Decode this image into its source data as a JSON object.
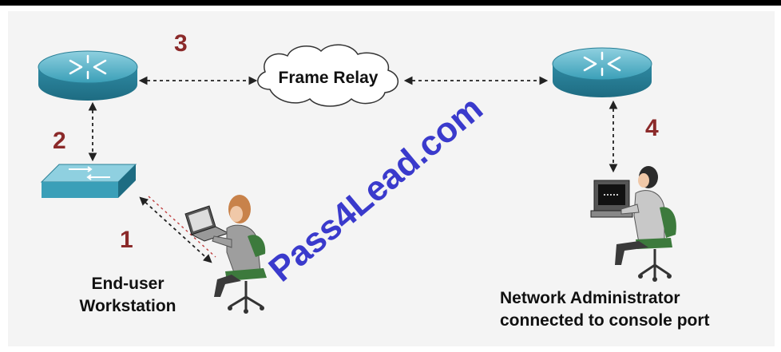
{
  "steps": [
    "1",
    "2",
    "3",
    "4"
  ],
  "cloud": {
    "label": "Frame Relay"
  },
  "labels": {
    "enduser_line1": "End-user",
    "enduser_line2": "Workstation",
    "admin_line1": "Network Administrator",
    "admin_line2": "connected to console port"
  },
  "watermark": "Pass4Lead.com",
  "icons": {
    "router": "router-icon",
    "switch": "switch-icon",
    "cloud": "cloud-icon",
    "person": "person-at-computer-icon"
  },
  "colors": {
    "device": "#3a9fb8",
    "step_number": "#8b2a2a",
    "watermark": "#3a3acc",
    "frame": "#000000"
  }
}
